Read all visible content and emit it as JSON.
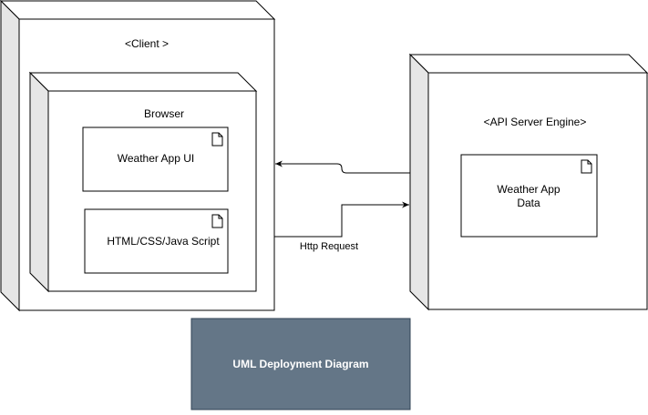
{
  "diagram": {
    "client_node": {
      "label": "<Client >"
    },
    "browser_node": {
      "label": "Browser"
    },
    "weather_ui_artifact": {
      "label": "Weather App UI"
    },
    "html_css_js_artifact": {
      "label": "HTML/CSS/Java Script"
    },
    "api_server_node": {
      "label": "<API Server Engine>"
    },
    "weather_data_artifact": {
      "label_line1": "Weather App",
      "label_line2": "Data"
    },
    "http_request_edge": {
      "label": "Http Request"
    },
    "caption_box": {
      "label": "UML Deployment Diagram"
    }
  },
  "colors": {
    "stroke": "#000000",
    "node_side": "#e6e6e6",
    "node_face": "#ffffff",
    "caption_fill": "#647687",
    "caption_stroke": "#314354",
    "caption_text": "#ffffff"
  }
}
